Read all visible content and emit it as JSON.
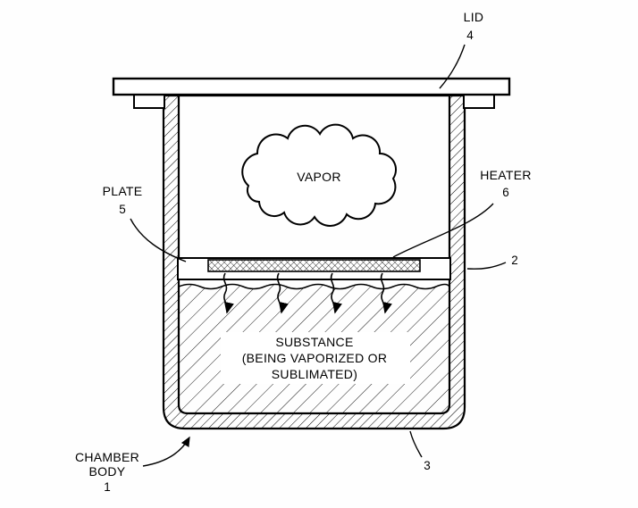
{
  "diagram": {
    "kind": "patent-style cross-section of a vaporization chamber",
    "colors": {
      "ink": "#000000",
      "paper": "#ffffff"
    },
    "labels": {
      "lid": {
        "text": "LID",
        "ref": "4"
      },
      "heater": {
        "text": "HEATER",
        "ref": "6"
      },
      "plate": {
        "text": "PLATE",
        "ref": "5"
      },
      "wall": {
        "ref": "2"
      },
      "base": {
        "ref": "3"
      },
      "chamber_body": {
        "line1": "CHAMBER",
        "line2": "BODY",
        "ref": "1"
      },
      "vapor": {
        "text": "VAPOR"
      },
      "substance": {
        "line1": "SUBSTANCE",
        "line2": "(BEING VAPORIZED OR",
        "line3": "SUBLIMATED)"
      }
    }
  }
}
